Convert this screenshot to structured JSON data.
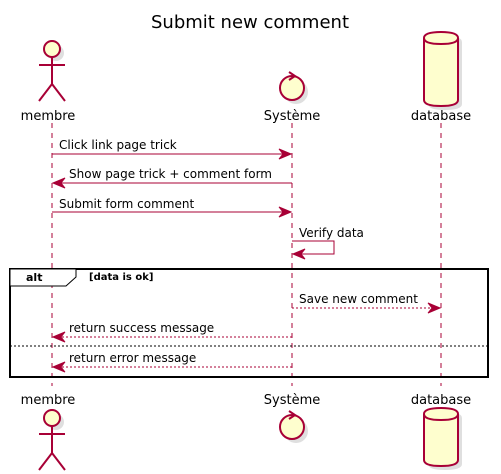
{
  "diagram": {
    "title": "Submit new comment",
    "participants": {
      "membre": "membre",
      "systeme": "Système",
      "database": "database"
    },
    "messages": {
      "m1": "Click link page trick",
      "m2": "Show page trick + comment form",
      "m3": "Submit form comment",
      "m4": "Verify data",
      "m5": "Save new comment",
      "m6": "return success message",
      "m7": "return error message"
    },
    "alt": {
      "label": "alt",
      "guard": "[data is ok]"
    }
  },
  "colors": {
    "line": "#A80036",
    "fill": "#FEFECE"
  }
}
